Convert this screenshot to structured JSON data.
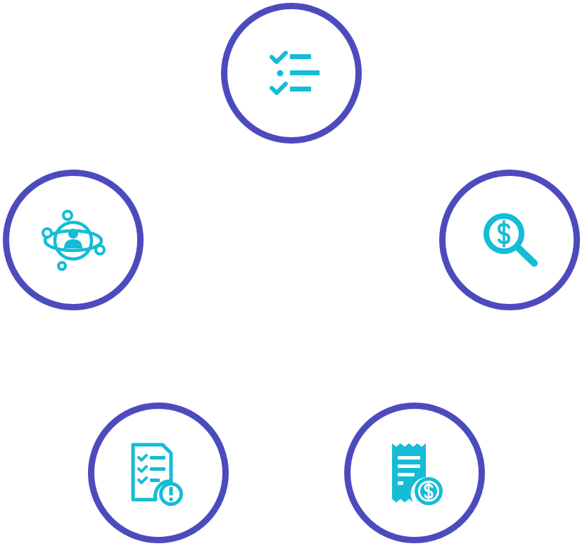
{
  "diagram": {
    "ring_color": "#4c4bbe",
    "icon_color": "#14bcd6",
    "nodes": [
      {
        "id": "checklist",
        "icon": "checklist-icon"
      },
      {
        "id": "network",
        "icon": "user-network-icon"
      },
      {
        "id": "search",
        "icon": "dollar-search-icon"
      },
      {
        "id": "report",
        "icon": "report-alert-icon"
      },
      {
        "id": "receipt",
        "icon": "receipt-dollar-icon"
      }
    ]
  }
}
